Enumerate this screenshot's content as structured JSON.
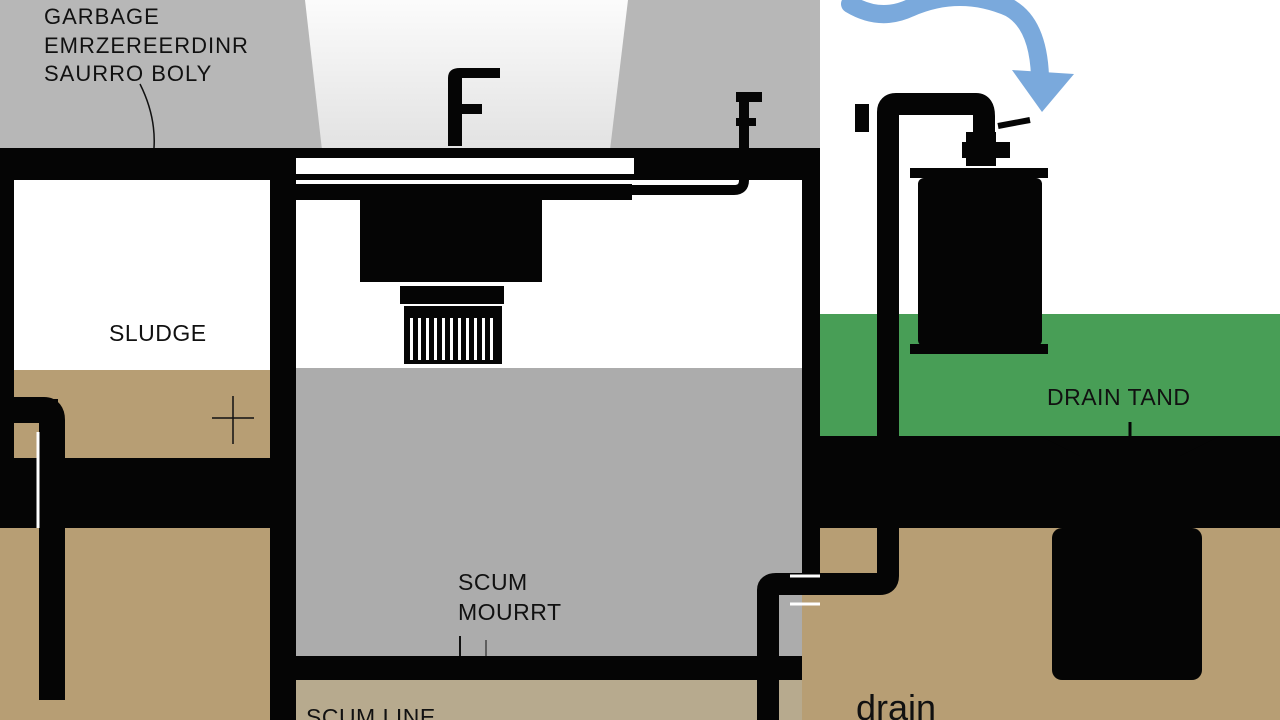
{
  "labels": {
    "title_line1": "GARBAGE",
    "title_line2": "EMRZEREERDINR",
    "title_line3": "SAURRO BOLY",
    "sludge": "SLUDGE",
    "scum_line1": "SCUM",
    "scum_line2": "MOURRT",
    "scum_line_bottom": "SCUM LINE",
    "drain_tand": "DRAIN TAND",
    "drain": "drain"
  },
  "colors": {
    "background_gray": "#b7b7b7",
    "soil": "#b79e74",
    "grass": "#489e56",
    "water_gray": "#acacac",
    "pipe": "#050505",
    "arrow": "#7aa9dc"
  }
}
